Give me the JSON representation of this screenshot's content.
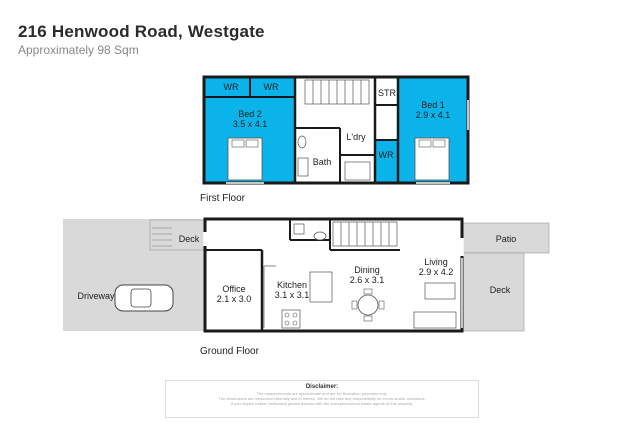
{
  "header": {
    "address": "216 Henwood Road, Westgate",
    "area": "Approximately 98 Sqm"
  },
  "first_floor": {
    "label": "First Floor",
    "rooms": {
      "wr1": "WR",
      "wr2": "WR",
      "bed2_name": "Bed 2",
      "bed2_size": "3.5 x 4.1",
      "str": "STR",
      "bed1_name": "Bed 1",
      "bed1_size": "2.9 x 4.1",
      "ldry": "L'dry",
      "bath": "Bath",
      "wr3": "WR"
    }
  },
  "ground_floor": {
    "label": "Ground Floor",
    "rooms": {
      "deck_left": "Deck",
      "patio": "Patio",
      "driveway": "Driveway",
      "office_name": "Office",
      "office_size": "2.1 x 3.0",
      "kitchen_name": "Kitchen",
      "kitchen_size": "3.1 x 3.1",
      "dining_name": "Dining",
      "dining_size": "2.6 x 3.1",
      "living_name": "Living",
      "living_size": "2.9 x 4.2",
      "deck_right": "Deck"
    }
  },
  "disclaimer": {
    "heading": "Disclaimer:",
    "line1": "The measurements are approximate and are for illustration purposes only.",
    "line2": "The dimensions are measured internally and in metres. We do not take any responsibility for errors and/or omissions.",
    "line3": "If you require further verification please discuss with the salesperson/real estate agents of this property."
  },
  "colors": {
    "bedroom_fill": "#0ab4ea",
    "wall": "#1a1a1a",
    "outdoor": "#d9d9d9"
  }
}
